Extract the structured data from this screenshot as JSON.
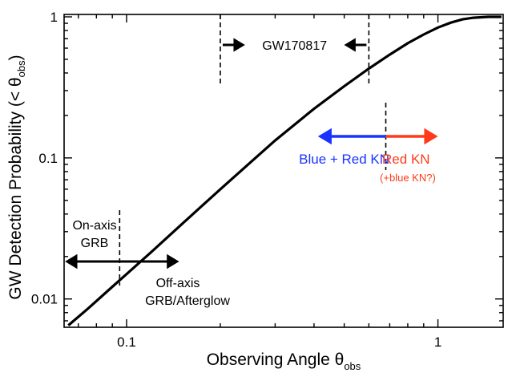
{
  "chart_data": {
    "type": "line",
    "xscale": "log",
    "yscale": "log",
    "xlim": [
      0.063,
      1.62
    ],
    "ylim": [
      0.0063,
      1.04
    ],
    "xlabel": "Observing Angle θ",
    "xlabel_sub": "obs",
    "ylabel": "GW Detection Probability (< θ",
    "ylabel_sub": "obs",
    "ylabel_close": ")",
    "grid": false,
    "xticks": [
      {
        "value": 0.1,
        "label": "0.1"
      },
      {
        "value": 1,
        "label": "1"
      }
    ],
    "yticks": [
      {
        "value": 0.01,
        "label": "0.01"
      },
      {
        "value": 0.1,
        "label": "0.1"
      },
      {
        "value": 1,
        "label": "1"
      }
    ],
    "series": [
      {
        "x": [
          0.065,
          0.075,
          0.09,
          0.1,
          0.12,
          0.15,
          0.2,
          0.25,
          0.3,
          0.4,
          0.5,
          0.6,
          0.7,
          0.8,
          0.9,
          1.0,
          1.1,
          1.2,
          1.3,
          1.45,
          1.6
        ],
        "y": [
          0.0065,
          0.0085,
          0.0122,
          0.015,
          0.0215,
          0.0337,
          0.06,
          0.093,
          0.133,
          0.223,
          0.322,
          0.43,
          0.54,
          0.65,
          0.75,
          0.84,
          0.91,
          0.96,
          0.985,
          1.0,
          1.0
        ]
      }
    ],
    "annotations": {
      "gw_event": {
        "label": "GW170817",
        "range": [
          0.2,
          0.6
        ]
      },
      "on_axis": {
        "label_line1": "On-axis",
        "label_line2": "GRB",
        "divider": 0.095
      },
      "off_axis": {
        "label_line1": "Off-axis",
        "label_line2": "GRB/Afterglow"
      },
      "kn_divider": 0.68,
      "blue_red_kn": {
        "label": "Blue + Red KN",
        "color": "#1a33ff"
      },
      "red_kn": {
        "label": "Red KN",
        "sublabel": "(+blue KN?)",
        "color": "#ff3a1a"
      }
    }
  }
}
